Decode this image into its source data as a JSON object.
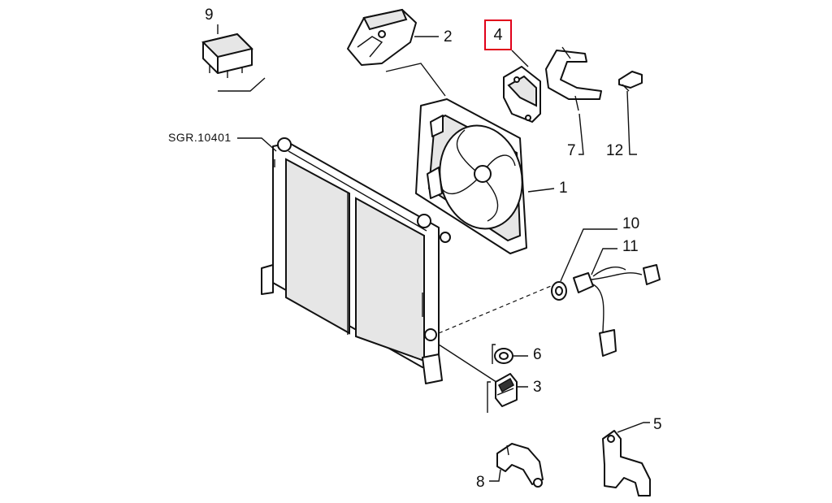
{
  "diagram": {
    "labels": {
      "p1": "1",
      "p2": "2",
      "p3": "3",
      "p4": "4",
      "p5": "5",
      "p6": "6",
      "p7": "7",
      "p8": "8",
      "p9": "9",
      "p10": "10",
      "p11": "11",
      "p12": "12",
      "ref": "SGR.10401"
    },
    "highlight_color": "#e0001a"
  }
}
